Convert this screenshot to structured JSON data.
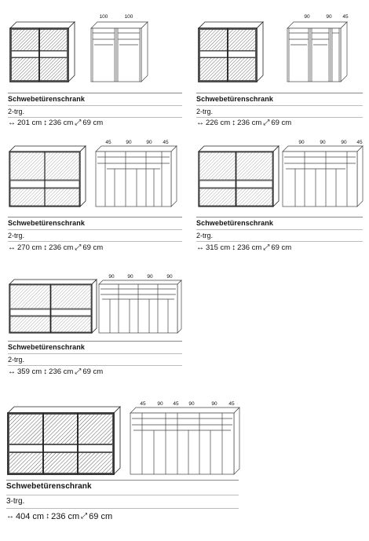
{
  "products": [
    {
      "title": "Schwebetürenschrank",
      "type": "2-trg.",
      "width": "201 cm",
      "height": "236 cm",
      "depth": "69 cm",
      "compartments": [
        "100",
        "100"
      ]
    },
    {
      "title": "Schwebetürenschrank",
      "type": "2-trg.",
      "width": "226 cm",
      "height": "236 cm",
      "depth": "69 cm",
      "compartments": [
        "90",
        "90",
        "45"
      ]
    },
    {
      "title": "Schwebetürenschrank",
      "type": "2-trg.",
      "width": "270 cm",
      "height": "236 cm",
      "depth": "69 cm",
      "compartments": [
        "45",
        "90",
        "90",
        "45"
      ]
    },
    {
      "title": "Schwebetürenschrank",
      "type": "2-trg.",
      "width": "315 cm",
      "height": "236 cm",
      "depth": "69 cm",
      "compartments": [
        "90",
        "90",
        "90",
        "45"
      ]
    },
    {
      "title": "Schwebetürenschrank",
      "type": "2-trg.",
      "width": "359 cm",
      "height": "236 cm",
      "depth": "69 cm",
      "compartments": [
        "90",
        "90",
        "90",
        "90"
      ]
    },
    {
      "title": "Schwebetürenschrank",
      "type": "3-trg.",
      "width": "404 cm",
      "height": "236 cm",
      "depth": "69 cm",
      "compartments": [
        "45",
        "90",
        "45",
        "90",
        "90",
        "45"
      ]
    }
  ]
}
